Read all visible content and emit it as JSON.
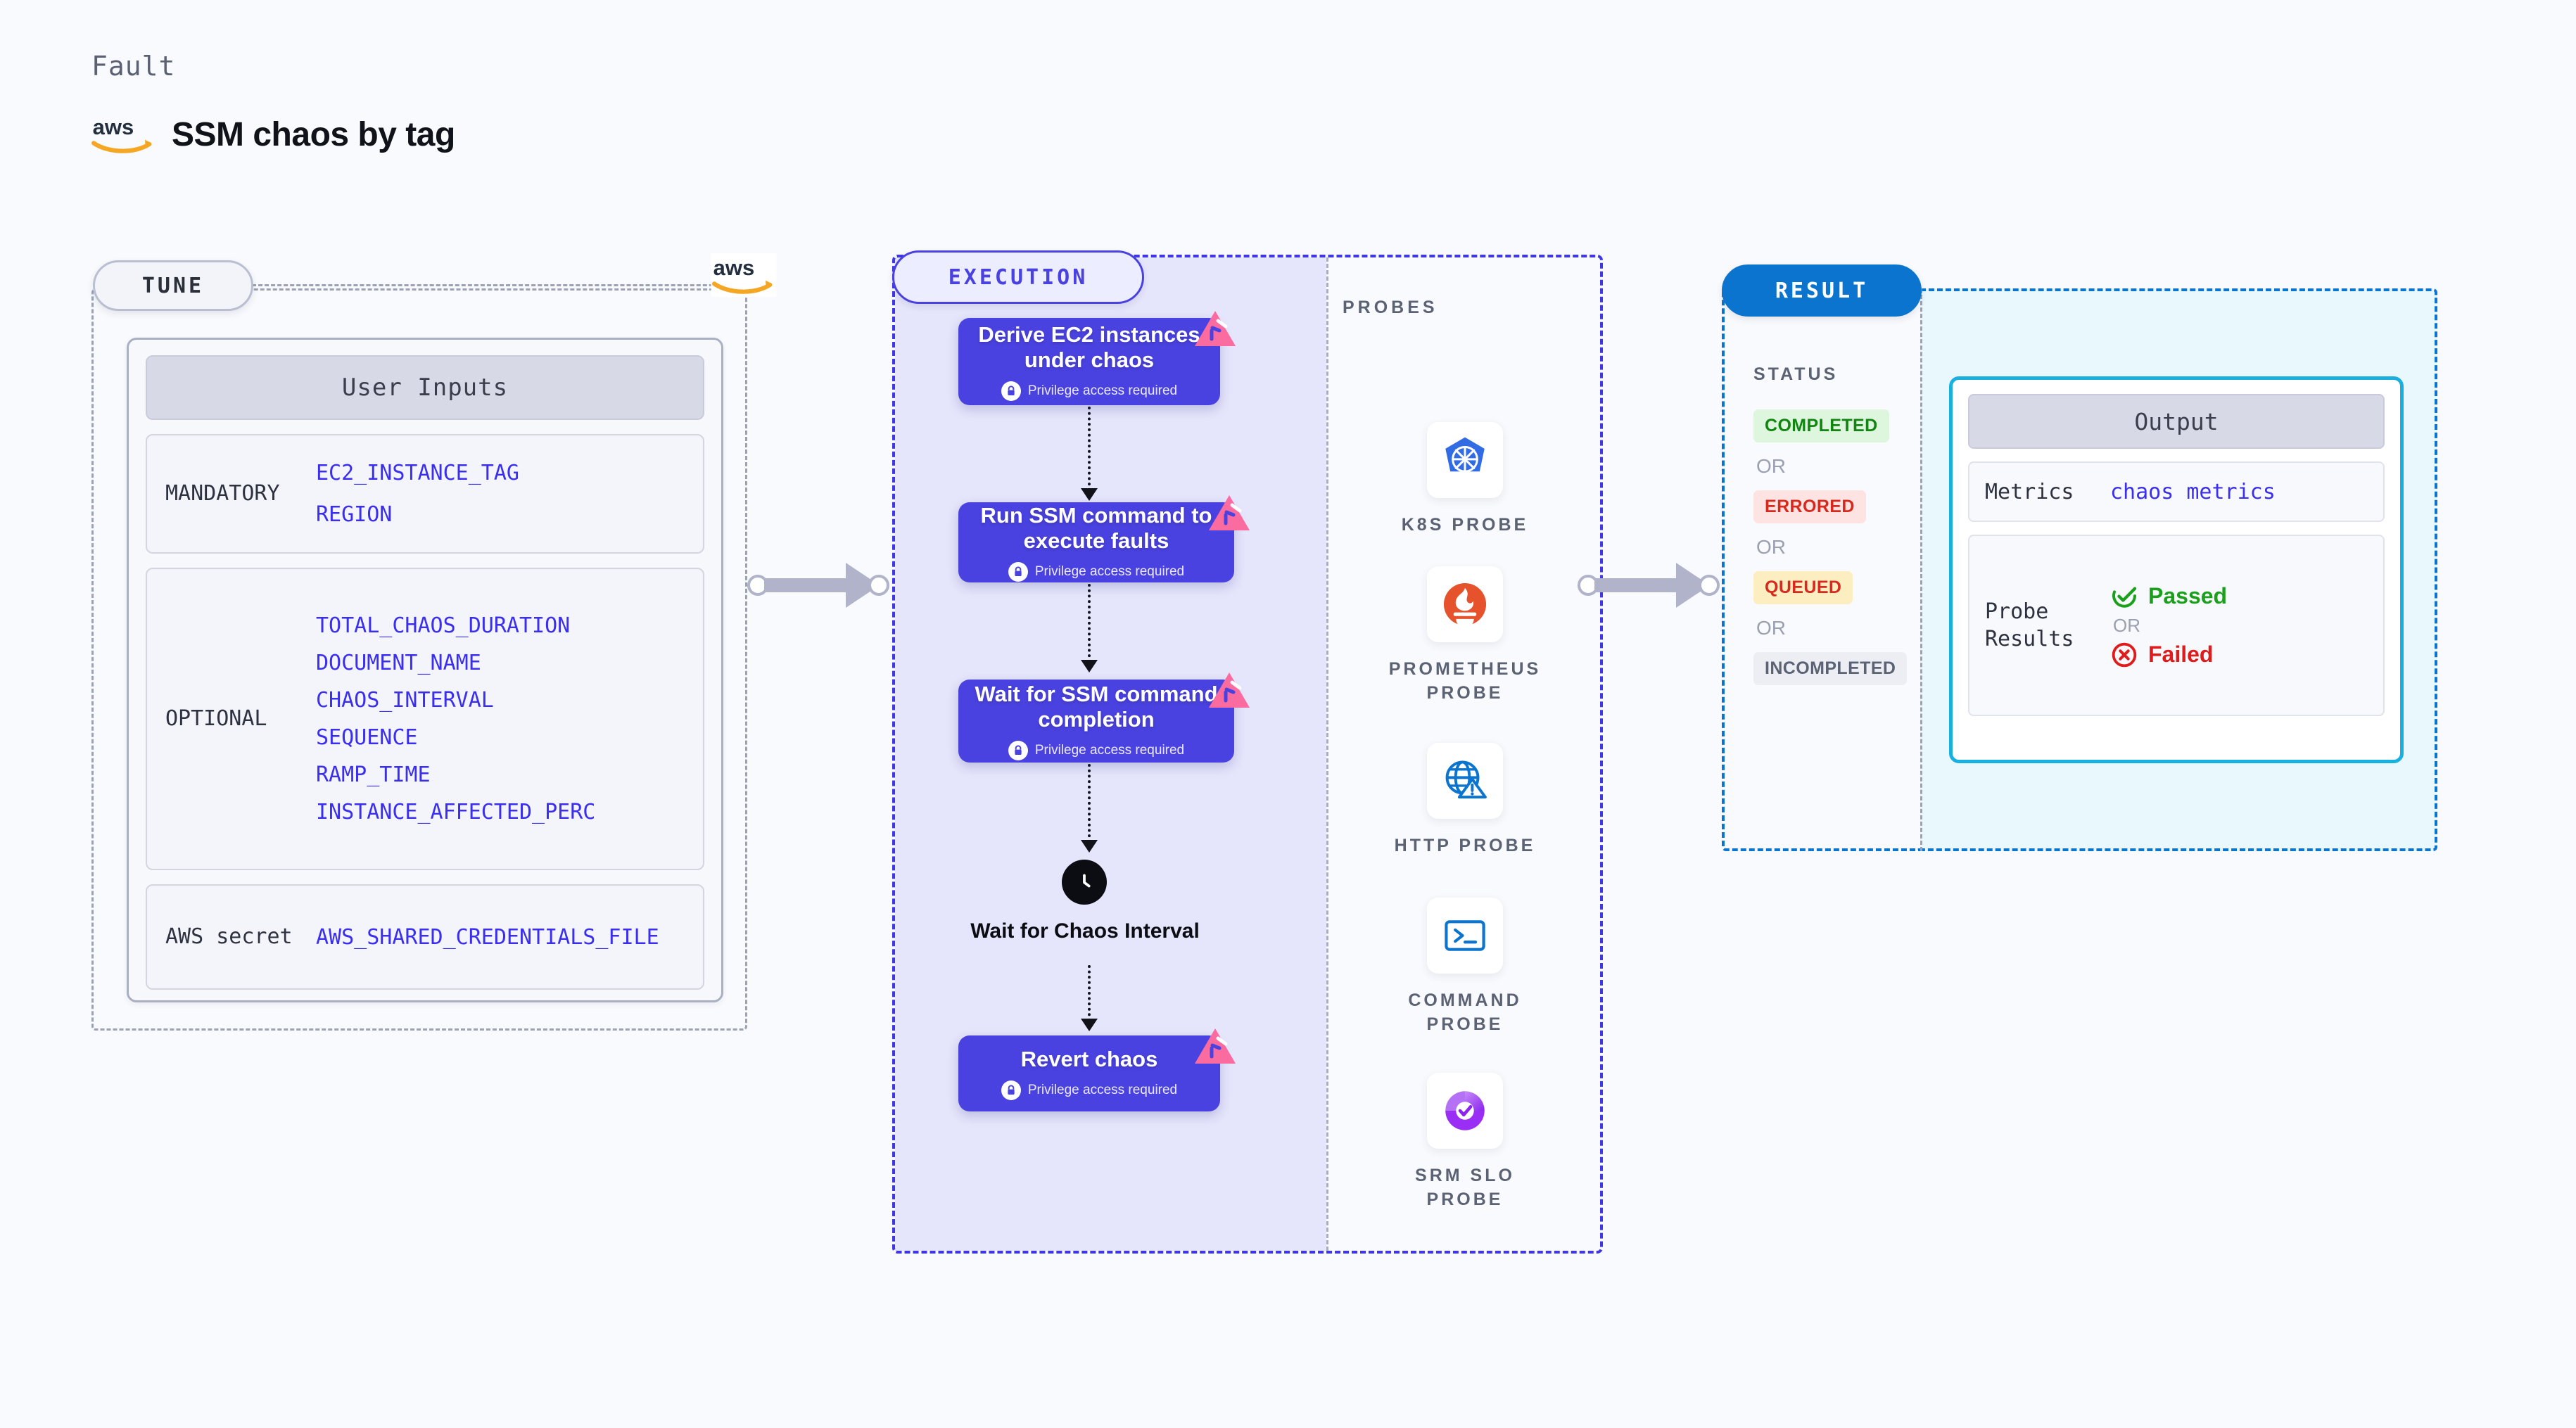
{
  "header": {
    "kicker": "Fault",
    "title": "SSM chaos by tag",
    "logo_icon": "aws-logo-icon"
  },
  "tune": {
    "pill_label": "TUNE",
    "provider_logo": "aws-logo-icon",
    "card_header": "User Inputs",
    "groups": [
      {
        "label": "MANDATORY",
        "values": [
          "EC2_INSTANCE_TAG",
          "REGION"
        ]
      },
      {
        "label": "OPTIONAL",
        "values": [
          "TOTAL_CHAOS_DURATION",
          "DOCUMENT_NAME",
          "CHAOS_INTERVAL",
          "SEQUENCE",
          "RAMP_TIME",
          "INSTANCE_AFFECTED_PERC"
        ]
      },
      {
        "label": "AWS secret",
        "values": [
          "AWS_SHARED_CREDENTIALS_FILE"
        ]
      }
    ]
  },
  "execution": {
    "pill_label": "EXECUTION",
    "privilege_note": "Privilege access required",
    "nodes": [
      {
        "title": "Derive EC2 instances under chaos",
        "badge": "chaos-corner-icon",
        "lock": "lock-icon"
      },
      {
        "title": "Run SSM command to execute faults",
        "badge": "chaos-corner-icon",
        "lock": "lock-icon"
      },
      {
        "title": "Wait for SSM command completion",
        "badge": "chaos-corner-icon",
        "lock": "lock-icon"
      },
      {
        "title": "Revert chaos",
        "badge": "chaos-corner-icon",
        "lock": "lock-icon"
      }
    ],
    "wait_step": {
      "title": "Wait for Chaos Interval",
      "icon": "clock-icon"
    }
  },
  "probes": {
    "section_label": "PROBES",
    "items": [
      {
        "name": "K8S PROBE",
        "icon": "kubernetes-icon"
      },
      {
        "name": "PROMETHEUS PROBE",
        "icon": "prometheus-icon"
      },
      {
        "name": "HTTP PROBE",
        "icon": "globe-warning-icon"
      },
      {
        "name": "COMMAND PROBE",
        "icon": "terminal-icon"
      },
      {
        "name": "SRM SLO PROBE",
        "icon": "srm-slo-icon"
      }
    ]
  },
  "result": {
    "pill_label": "RESULT",
    "status_label": "STATUS",
    "or_label": "OR",
    "statuses": [
      {
        "label": "COMPLETED",
        "tone": "completed"
      },
      {
        "label": "ERRORED",
        "tone": "errored"
      },
      {
        "label": "QUEUED",
        "tone": "queued"
      },
      {
        "label": "INCOMPLETED",
        "tone": "incompleted"
      }
    ],
    "output": {
      "header": "Output",
      "metrics_key": "Metrics",
      "metrics_value": "chaos metrics",
      "probe_key": "Probe Results",
      "passed_label": "Passed",
      "failed_label": "Failed",
      "or_label": "OR",
      "pass_icon": "check-circle-icon",
      "fail_icon": "x-circle-icon"
    }
  },
  "colors": {
    "page_bg": "#f9fafd",
    "node_purple": "#4a42e0",
    "exec_fill": "#e5e5fb",
    "result_blue": "#0b74ce",
    "output_border": "#19b0e0",
    "result_fill": "#e8f8fd",
    "param_value": "#3a2ff0",
    "chaos_pink": "#fa6ba0",
    "aws_orange": "#f5a623",
    "pass_green": "#1aa01a",
    "fail_red": "#e01b1b"
  }
}
